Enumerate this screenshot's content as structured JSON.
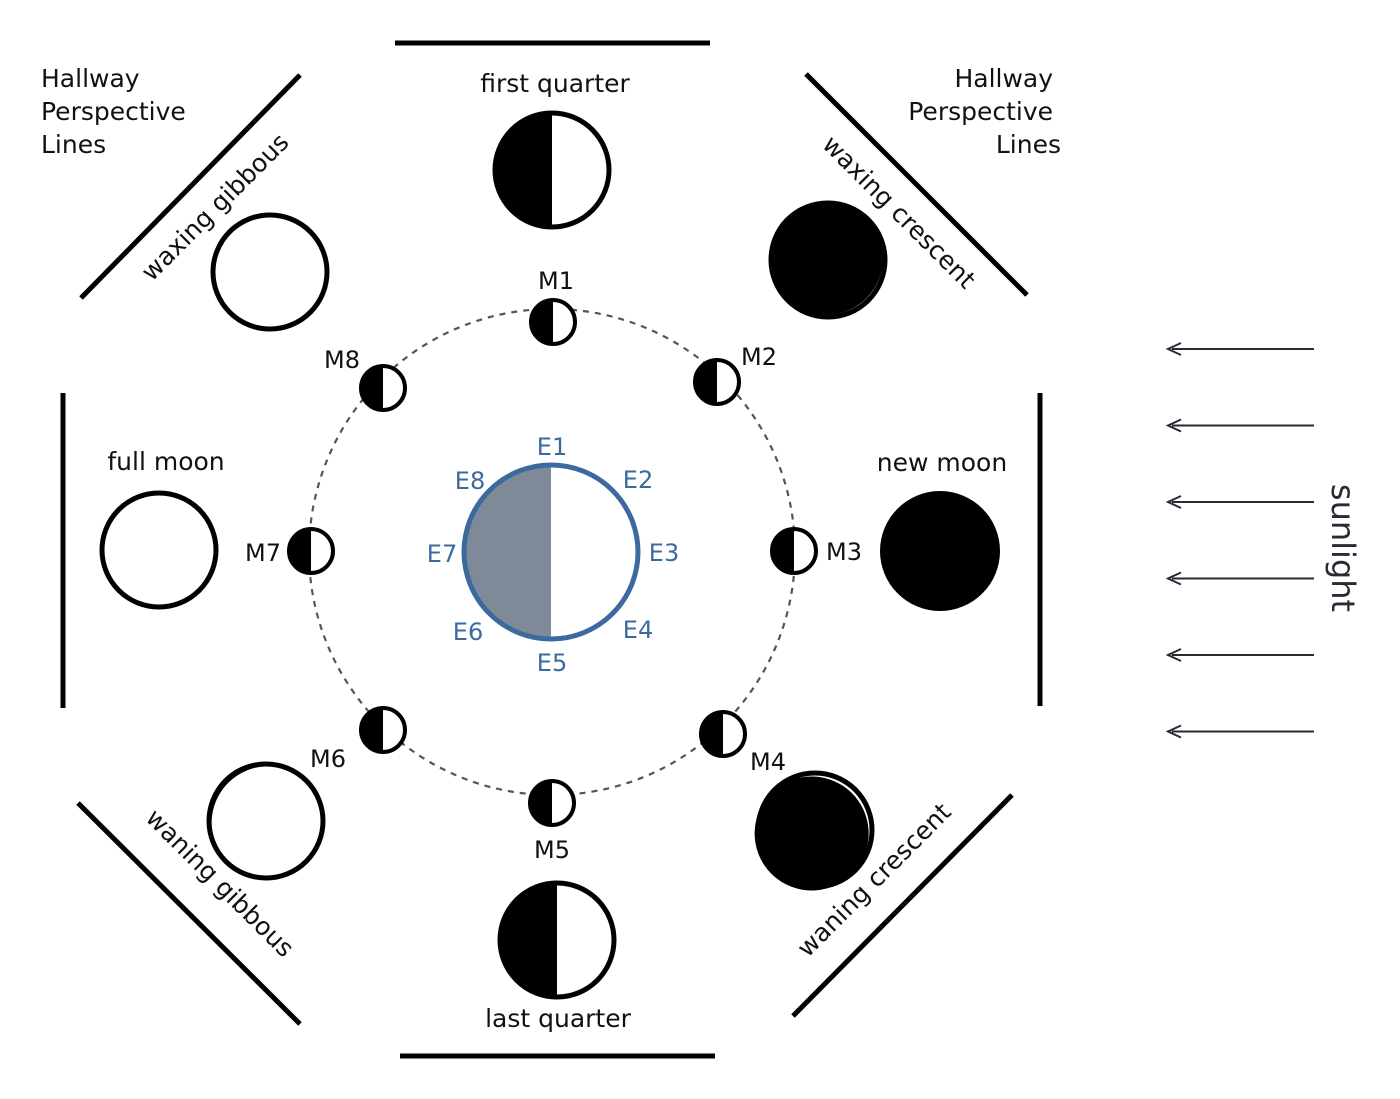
{
  "colors": {
    "earth_outline": "#3d6a9e",
    "earth_dark": "#7f8a99",
    "earth_label": "#3d6a9e",
    "ink": "#000000"
  },
  "labels": {
    "hallway_left": [
      "Hallway",
      "Perspective",
      "Lines"
    ],
    "hallway_right": [
      "Hallway",
      "Perspective",
      "Lines"
    ],
    "sunlight": "sunlight"
  },
  "phases": {
    "first_quarter": "first quarter",
    "waxing_crescent": "waxing crescent",
    "new_moon": "new moon",
    "waning_crescent": "waning crescent",
    "last_quarter": "last quarter",
    "waning_gibbous": "waning gibbous",
    "full_moon": "full moon",
    "waxing_gibbous": "waxing gibbous"
  },
  "orbit_moons": [
    "M1",
    "M2",
    "M3",
    "M4",
    "M5",
    "M6",
    "M7",
    "M8"
  ],
  "earth_positions": [
    "E1",
    "E2",
    "E3",
    "E4",
    "E5",
    "E6",
    "E7",
    "E8"
  ],
  "sun_arrows_count": 6
}
